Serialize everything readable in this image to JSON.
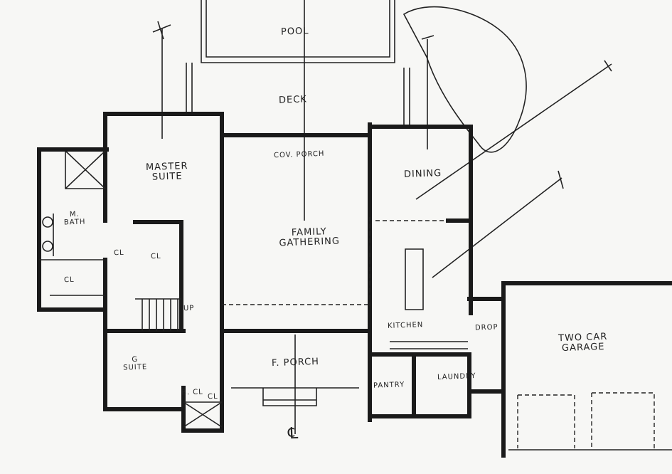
{
  "plan": {
    "rooms": {
      "pool": "Pool",
      "deck": "Deck",
      "cov_porch": "Cov. Porch",
      "master_suite": "Master Suite",
      "dining": "Dining",
      "m_bath": "M. Bath",
      "closet1": "CL",
      "closet2": "CL",
      "closet3": "CL",
      "closet4": "CL",
      "up": "UP",
      "family_gathering": "Family Gathering",
      "kitchen": "Kitchen",
      "drop": "Drop",
      "garage": "Two Car Garage",
      "g_suite": "G Suite",
      "f_porch": "F. Porch",
      "pantry": "Pantry",
      "laundry": "Laundry",
      "b_cl": "B. CL"
    },
    "centerline_symbol": "℄"
  }
}
